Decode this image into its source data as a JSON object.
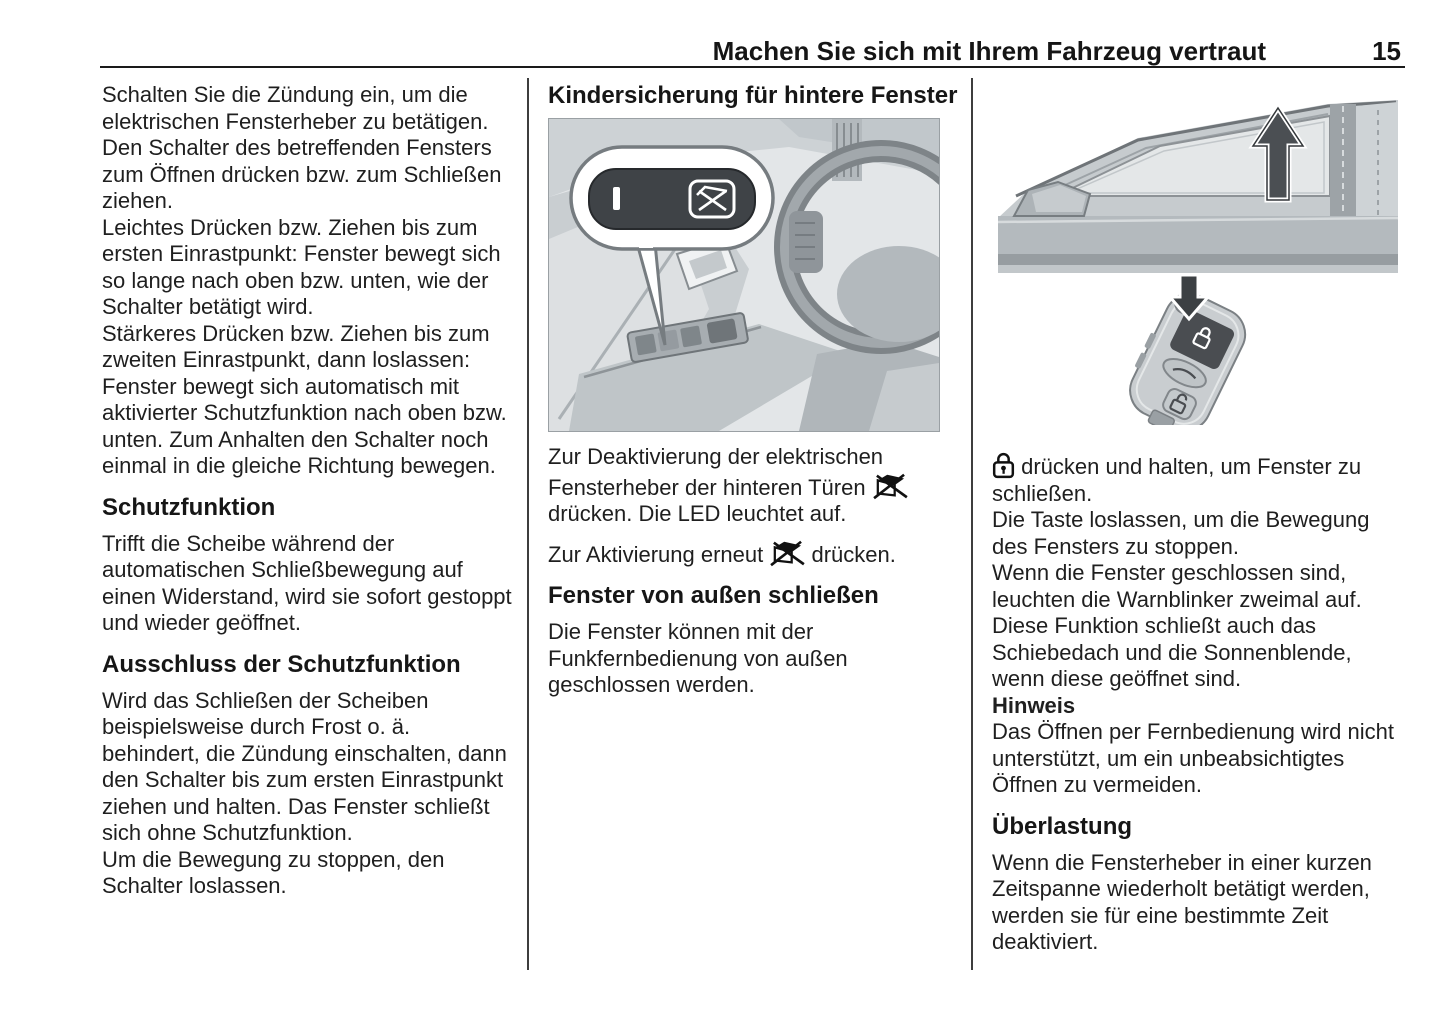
{
  "header": {
    "title": "Machen Sie sich mit Ihrem Fahrzeug vertraut",
    "page_number": "15"
  },
  "left_column": {
    "para1": "Schalten Sie die Zündung ein, um die elektrischen Fensterheber zu betätigen. Den Schalter des betreffenden Fensters zum Öffnen drücken bzw. zum Schließen ziehen.",
    "para2": "Leichtes Drücken bzw. Ziehen bis zum ersten Einrastpunkt: Fenster bewegt sich so lange nach oben bzw. unten, wie der Schalter betätigt wird.",
    "para3": "Stärkeres Drücken bzw. Ziehen bis zum zweiten Einrastpunkt, dann loslassen: Fenster bewegt sich automatisch mit aktivierter Schutzfunktion nach oben bzw. unten. Zum Anhalten den Schalter noch einmal in die gleiche Richtung bewegen.",
    "heading1": "Schutzfunktion",
    "para4": "Trifft die Scheibe während der automatischen Schließbewegung auf einen Widerstand, wird sie sofort gestoppt und wieder geöffnet.",
    "heading2": "Ausschluss der Schutzfunktion",
    "para5": "Wird das Schließen der Scheiben beispielsweise durch Frost o. ä. behindert, die Zündung einschalten, dann den Schalter bis zum ersten Einrastpunkt ziehen und halten. Das Fenster schließt sich ohne Schutzfunktion.",
    "para6": "Um die Bewegung zu stoppen, den Schalter loslassen."
  },
  "middle_column": {
    "heading": "Kindersicherung für hintere Fenster",
    "para1_before": "Zur Deaktivierung der elektrischen Fensterheber der hinteren Türen ",
    "para1_after": " drücken. Die LED leuchtet auf.",
    "para2_before": "Zur Aktivierung erneut ",
    "para2_after": " drücken.",
    "heading2": "Fenster von außen schließen",
    "para3": "Die Fenster können mit der Funkfernbedienung von außen geschlossen werden."
  },
  "right_column": {
    "para1_after": " drücken und halten, um Fenster zu schließen.",
    "para2": "Die Taste loslassen, um die Bewegung des Fensters zu stoppen.",
    "para3": "Wenn die Fenster geschlossen sind, leuchten die Warnblinker zweimal auf.",
    "para4": "Diese Funktion schließt auch das Schiebedach und die Sonnenblende, wenn diese geöffnet sind.",
    "note_label": "Hinweis",
    "para5": "Das Öffnen per Fernbedienung wird nicht unterstützt, um ein unbeabsichtigtes Öffnen zu vermeiden.",
    "heading": "Überlastung",
    "para6": "Wenn die Fensterheber in einer kurzen Zeitspanne wiederholt betätigt werden, werden sie für eine bestimmte Zeit deaktiviert."
  },
  "icons": {
    "rear_window_disable": "rear-window-disable-icon",
    "lock_closed": "lock-icon",
    "window_close_arrow": "up-arrow-icon",
    "remote_press_arrow": "down-arrow-icon"
  },
  "colors": {
    "text": "#1f1f1f",
    "separator": "#3d3d3d",
    "illustration_light": "#e3e6e8",
    "illustration_dark": "#46494d"
  }
}
